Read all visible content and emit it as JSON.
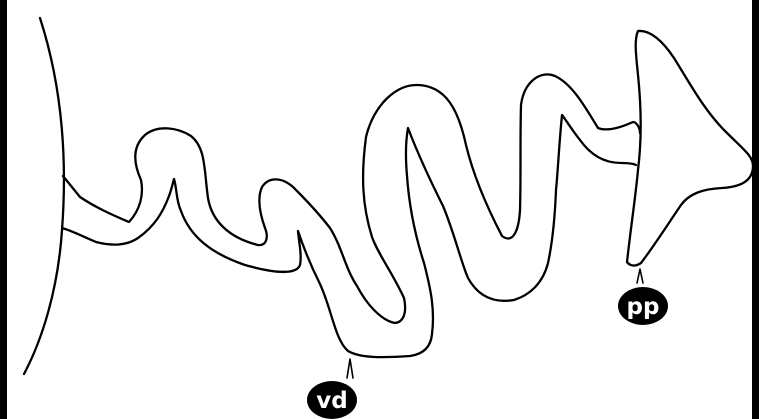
{
  "figure": {
    "background_color": "#000000",
    "drawing_background_color": "#ffffff",
    "line_color": "#000000",
    "labels": [
      {
        "id": "vd",
        "text": "vd",
        "badge_color": "#000000",
        "text_color": "#ffffff"
      },
      {
        "id": "pp",
        "text": "pp",
        "badge_color": "#000000",
        "text_color": "#ffffff"
      }
    ]
  }
}
